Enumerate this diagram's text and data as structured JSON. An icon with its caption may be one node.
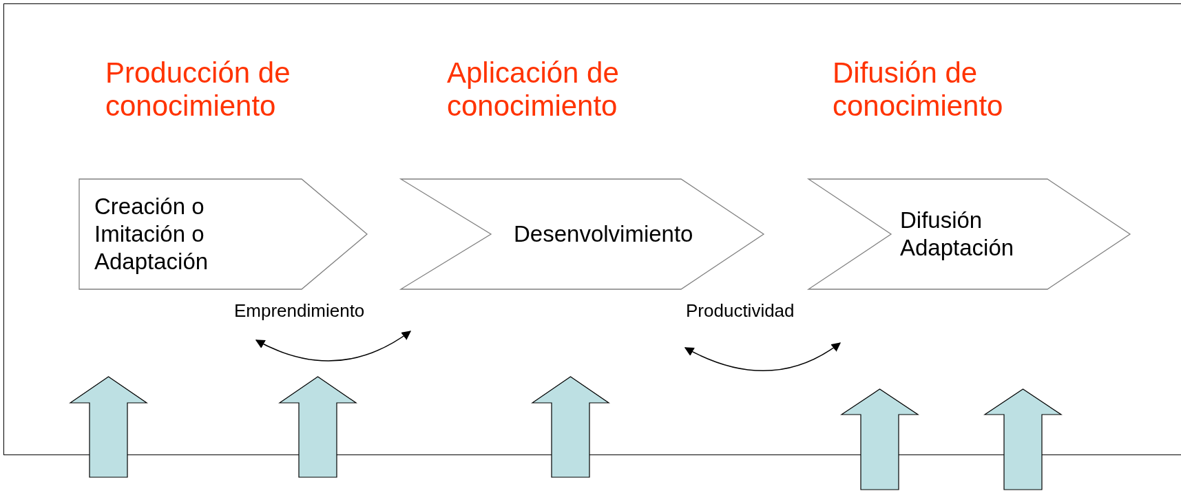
{
  "diagram": {
    "nodes": [
      {
        "text": [
          "Creación o Imitación o Adaptación"
        ]
      },
      {
        "text": [
          "Desenvolvimiento"
        ]
      },
      {
        "text": [
          "Difusión Adaptación"
        ]
      }
    ],
    "labels": [
      "Producción de conocimiento",
      "Aplicación de conocimiento",
      "Difusión de conocimiento",
      "Emprendimiento",
      "Productividad"
    ]
  }
}
